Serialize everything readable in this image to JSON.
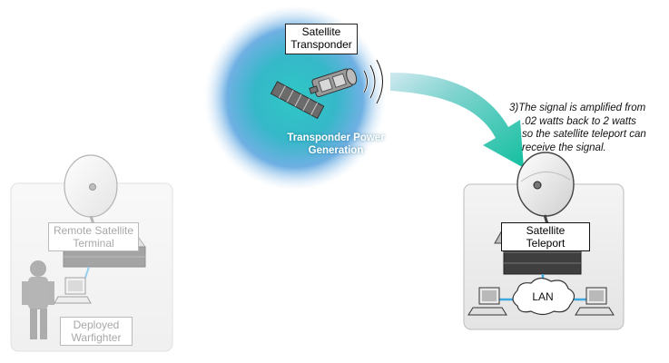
{
  "satellite": {
    "label_line1": "Satellite",
    "label_line2": "Transponder",
    "power_line1": "Transponder Power",
    "power_line2": "Generation"
  },
  "remote": {
    "terminal_line1": "Remote Satellite",
    "terminal_line2": "Terminal",
    "warfighter_line1": "Deployed",
    "warfighter_line2": "Warfighter"
  },
  "teleport": {
    "label_line1": "Satellite",
    "label_line2": "Teleport",
    "lan_label": "LAN"
  },
  "step_note": {
    "lines": [
      "3)The signal is amplified from",
      ".02 watts back to 2 watts",
      "so the satellite teleport can",
      "receive the signal."
    ]
  },
  "colors": {
    "glow_center": "#2fc8c6",
    "glow_outer": "#7fb3e6",
    "arrow": "#1cc3a6",
    "lan_link": "#3fa9df"
  }
}
